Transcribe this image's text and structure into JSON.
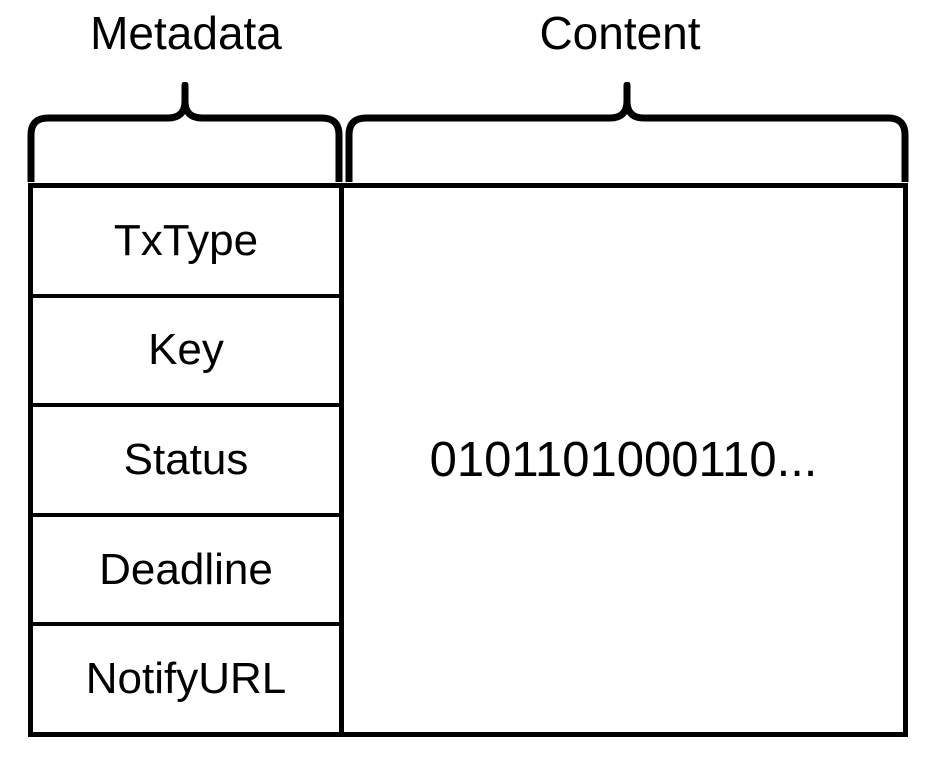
{
  "diagram": {
    "groups": [
      {
        "id": "metadata",
        "label": "Metadata"
      },
      {
        "id": "content",
        "label": "Content"
      }
    ],
    "table": {
      "metadata_fields": [
        {
          "label": "TxType"
        },
        {
          "label": "Key"
        },
        {
          "label": "Status"
        },
        {
          "label": "Deadline"
        },
        {
          "label": "NotifyURL"
        }
      ],
      "content_value": "0101101000110..."
    },
    "colors": {
      "stroke": "#000000",
      "background": "#ffffff",
      "text": "#000000"
    }
  }
}
